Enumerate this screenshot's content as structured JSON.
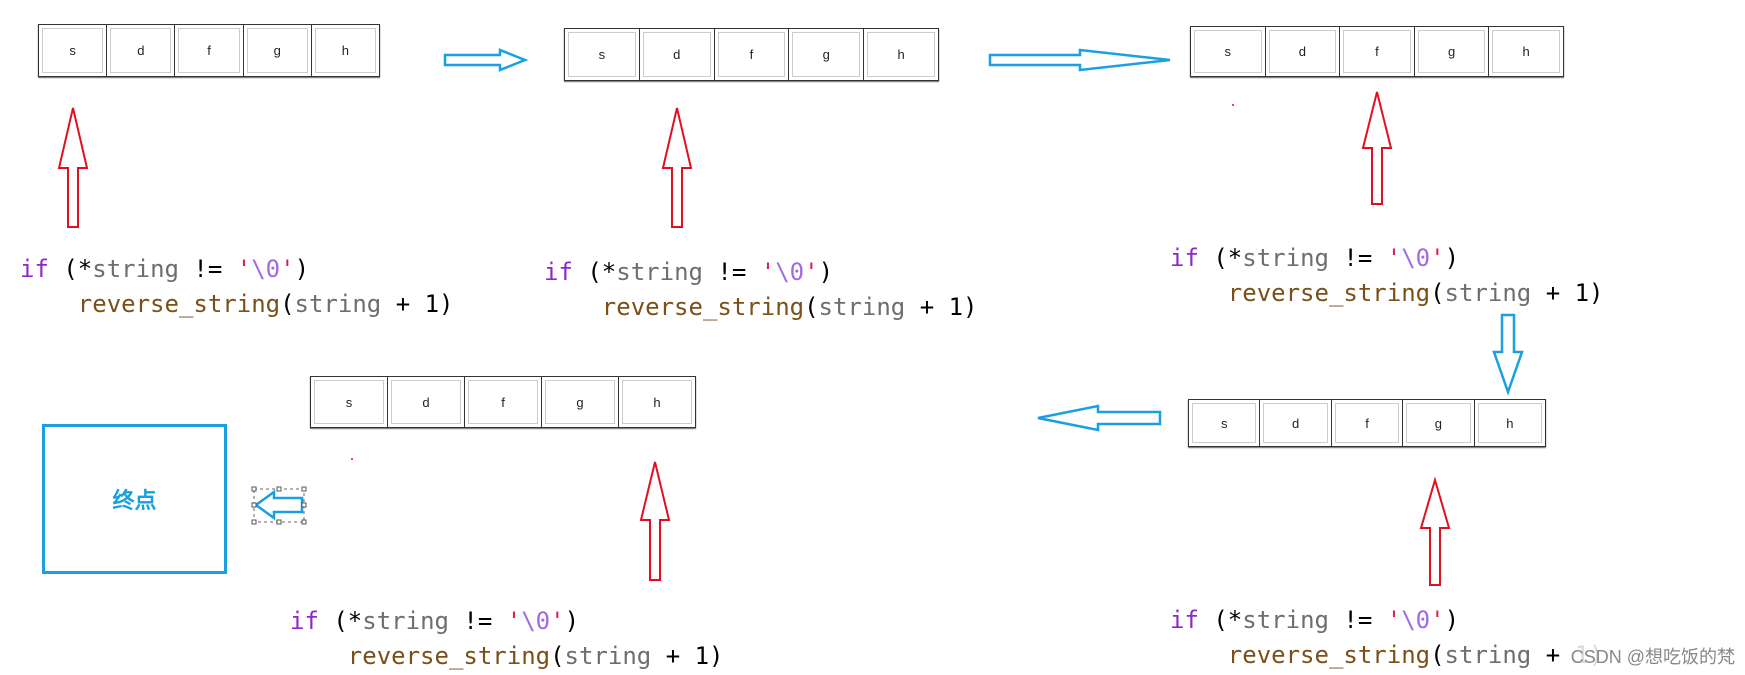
{
  "cells": [
    "s",
    "d",
    "f",
    "g",
    "h"
  ],
  "code": {
    "if_kw": "if",
    "open": "(*",
    "var": "string",
    "neq": "!=",
    "q1": "'",
    "esc": "\\0",
    "q2": "'",
    "close": ")",
    "call": "reverse_string",
    "paren_open": "(",
    "arg": "string",
    "plus_one": "+ 1)"
  },
  "end_label": "终点",
  "watermark": "CSDN @想吃饭的梵",
  "colors": {
    "cell_border": "#333333",
    "up_arrow": "#e01020",
    "flow_arrow": "#1aa0e0",
    "end_box": "#1aa0e0"
  }
}
